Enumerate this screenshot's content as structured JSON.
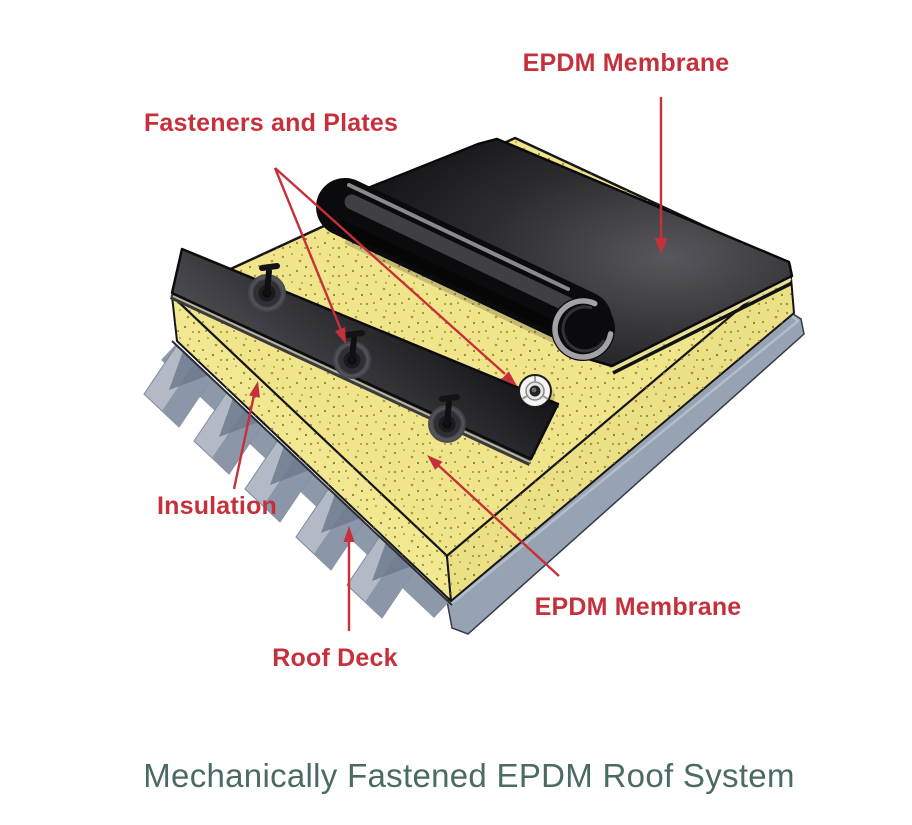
{
  "diagram": {
    "caption": "Mechanically Fastened EPDM Roof System",
    "labels": {
      "membrane_top": "EPDM Membrane",
      "fasteners_plates": "Fasteners and Plates",
      "insulation": "Insulation",
      "roof_deck": "Roof Deck",
      "membrane_bottom": "EPDM Membrane"
    },
    "colors": {
      "label_red": "#c6303b",
      "caption_teal": "#4b6a63",
      "insulation_yellow": "#f1e58c",
      "deck_gray": "#9aa4b4",
      "membrane_black": "#101013",
      "background": "#ffffff"
    }
  }
}
